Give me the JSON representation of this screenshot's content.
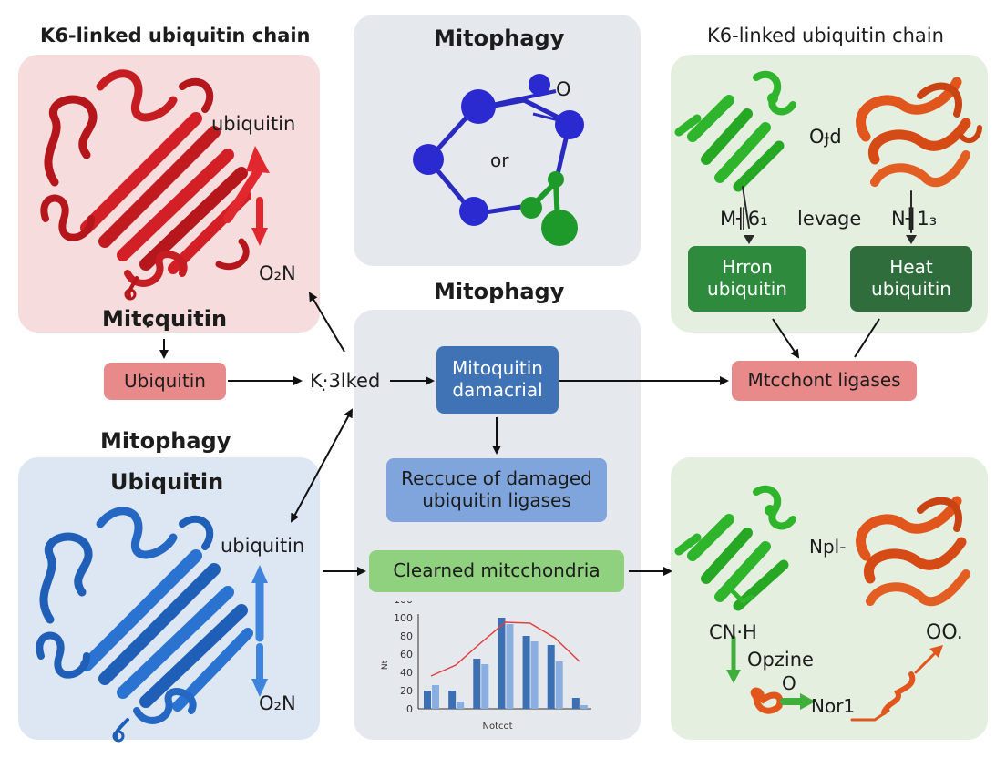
{
  "panels": {
    "top_left_title": "K6-linked ubiquitin chain",
    "top_mid_title": "Mitophagy",
    "top_right_title": "K6-linked ubiquitin chain",
    "mid_center_title": "Mitophagy",
    "bottom_left_heading": "Mitophagy",
    "bottom_left_title": "Ubiquitin"
  },
  "labels": {
    "red_protein_label": "ubiquitin",
    "red_o2n": "O₂N",
    "mitquitin": "Mitɕquitin",
    "blue_protein_label": "ubiquitin",
    "blue_o2n": "O₂N",
    "k_linked": "K·̣3lked",
    "molecule_or": "or",
    "molecule_o": "O",
    "oid": "Oɟd",
    "m61": "M╢6₁",
    "levage": "levage",
    "n13": "N╢1₃",
    "npl": "Npl-",
    "cnh": "CN·H",
    "opzine": "Opzine",
    "o_small": "O",
    "nor1": "Nor1",
    "oo": "OO."
  },
  "boxes": {
    "ubiquitin": "Ubiquitin",
    "mitoquitin_line1": "Mitoquitin",
    "mitoquitin_line2": "damacrial",
    "reccuce_line1": "Reccuce of damaged",
    "reccuce_line2": "ubiquitin ligases",
    "cleared": "Clearned mitcchondria",
    "hrron_line1": "Hrron",
    "hrron_line2": "ubiquitin",
    "heat_line1": "Heat",
    "heat_line2": "ubiquitin",
    "mitchont": "Mtcchont ligases"
  },
  "colors": {
    "red_panel": "#f6dcdc",
    "blue_panel": "#dde6f3",
    "grey_panel": "#e5e9ee",
    "green_panel": "#e4efe0",
    "pink_box": "#e8898a",
    "blue_box": "#3f73b5",
    "light_blue_box": "#7fa5dc",
    "green_box": "#8fd17e",
    "dark_green_box": "#2e8a3c",
    "darker_green_box": "#2f6e3c",
    "bar": "#3d6fb3",
    "bar_light": "#8aaee0",
    "curve": "#e04040"
  },
  "chart_data": {
    "type": "bar",
    "ylabel": "Nt",
    "xlabel": "Notcot",
    "yticks": [
      "0",
      "20",
      "40",
      "60",
      "80",
      "100",
      "100"
    ],
    "ylim": [
      0,
      100
    ],
    "series": [
      {
        "values": [
          20,
          20,
          55,
          100,
          80,
          70,
          12
        ]
      },
      {
        "values": [
          26,
          8,
          49,
          93,
          74,
          52,
          4
        ]
      }
    ],
    "curve": [
      36,
      48,
      72,
      95,
      94,
      78,
      52
    ]
  }
}
